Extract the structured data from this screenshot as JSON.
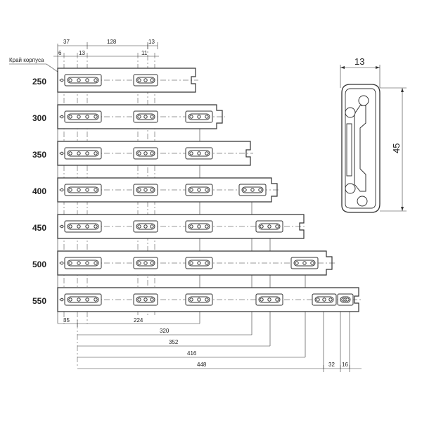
{
  "labels": {
    "body_edge": "Край корпуса",
    "profile_width": "13",
    "profile_height": "45"
  },
  "top_dimensions": {
    "row1": [
      "37",
      "128",
      "13"
    ],
    "row2": [
      "6",
      "13",
      "11"
    ]
  },
  "rails": [
    {
      "length": "250"
    },
    {
      "length": "300"
    },
    {
      "length": "350"
    },
    {
      "length": "400"
    },
    {
      "length": "450"
    },
    {
      "length": "500"
    },
    {
      "length": "550"
    }
  ],
  "bottom_dimensions": {
    "row1": [
      "35",
      "224"
    ],
    "row2": [
      "320"
    ],
    "row3": [
      "352"
    ],
    "row4": [
      "416"
    ],
    "row5": [
      "448",
      "32",
      "16"
    ]
  },
  "colors": {
    "line": "#333333",
    "background": "#ffffff"
  }
}
